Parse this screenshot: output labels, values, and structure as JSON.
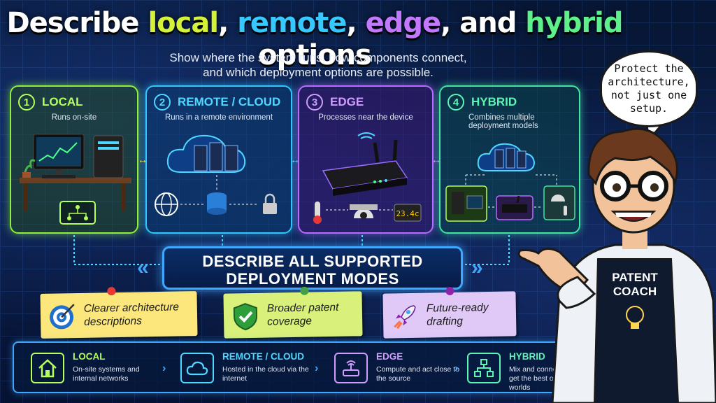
{
  "title": {
    "prefix": "Describe ",
    "local": "local",
    "sep1": ", ",
    "remote": "remote",
    "sep2": ", ",
    "edge": "edge",
    "sep3": ", and ",
    "hybrid": "hybrid",
    "suffix": " options"
  },
  "subtitle": [
    "Show where the system runs, how components connect,",
    "and which deployment options are possible."
  ],
  "colors": {
    "local": "#b5ff5c",
    "remote": "#2ec8ff",
    "edge": "#b66cff",
    "hybrid": "#3fe6a0",
    "banner": "#3ea8ff"
  },
  "panels": [
    {
      "num": "1",
      "title": "LOCAL",
      "desc": "Runs on-site"
    },
    {
      "num": "2",
      "title": "REMOTE / CLOUD",
      "desc": "Runs in a remote environment"
    },
    {
      "num": "3",
      "title": "EDGE",
      "desc": "Processes near the device",
      "sensor_reading": "23.4c"
    },
    {
      "num": "4",
      "title": "HYBRID",
      "desc": "Combines multiple deployment models"
    }
  ],
  "banner": [
    "DESCRIBE ALL SUPPORTED",
    "DEPLOYMENT MODES"
  ],
  "notes": [
    {
      "text": "Clearer architecture descriptions",
      "icon": "target-icon"
    },
    {
      "text": "Broader patent coverage",
      "icon": "shield-check-icon"
    },
    {
      "text": "Future-ready drafting",
      "icon": "rocket-icon"
    }
  ],
  "bottom": [
    {
      "title": "LOCAL",
      "desc": "On-site systems and internal networks",
      "icon": "home-icon"
    },
    {
      "title": "REMOTE / CLOUD",
      "desc": "Hosted in the cloud via the internet",
      "icon": "cloud-icon"
    },
    {
      "title": "EDGE",
      "desc": "Compute and act close to the source",
      "icon": "router-icon"
    },
    {
      "title": "HYBRID",
      "desc": "Mix and connect to get the best of all worlds",
      "icon": "network-icon"
    }
  ],
  "bubble": "Protect the architecture, not just one setup.",
  "coach_shirt": [
    "PATENT",
    "COACH"
  ]
}
